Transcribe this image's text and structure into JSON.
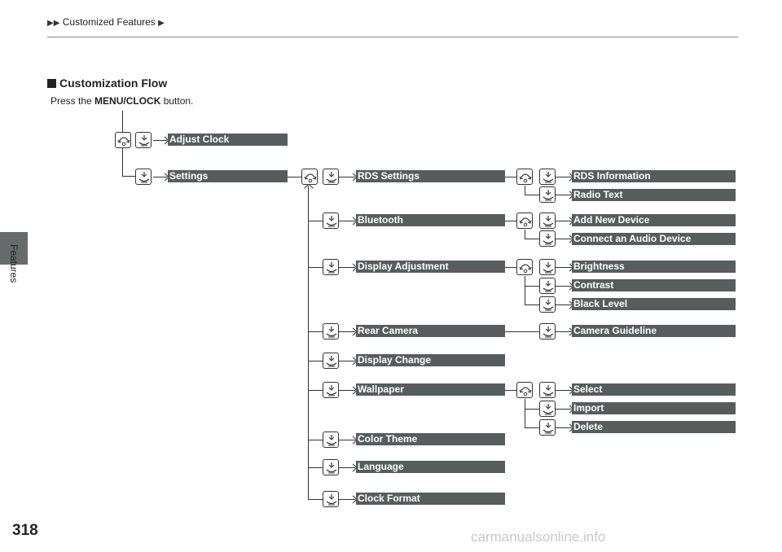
{
  "header": {
    "breadcrumb": "Customized Features"
  },
  "sidebar": {
    "tab_label": "Features"
  },
  "page": {
    "number": "318",
    "watermark": "carmanualsonline.info"
  },
  "section": {
    "title": "Customization Flow",
    "instruction_prefix": "Press the ",
    "instruction_key": "MENU/CLOCK",
    "instruction_suffix": " button."
  },
  "flow": {
    "adjust_clock": "Adjust Clock",
    "settings": "Settings",
    "rds_settings": "RDS Settings",
    "rds_information": "RDS Information",
    "radio_text": "Radio Text",
    "bluetooth": "Bluetooth",
    "add_new_device": "Add New Device",
    "connect_audio_device": "Connect an Audio Device",
    "display_adjustment": "Display Adjustment",
    "brightness": "Brightness",
    "contrast": "Contrast",
    "black_level": "Black Level",
    "rear_camera": "Rear Camera",
    "camera_guideline": "Camera Guideline",
    "display_change": "Display Change",
    "wallpaper": "Wallpaper",
    "select": "Select",
    "import": "Import",
    "delete": "Delete",
    "color_theme": "Color Theme",
    "language": "Language",
    "clock_format": "Clock Format"
  },
  "icons": {
    "rotate": "rotate-knob-icon",
    "press": "press-knob-icon"
  },
  "colors": {
    "box_fill": "#575d5d",
    "box_text": "#ffffff",
    "tab": "#676b6b"
  }
}
